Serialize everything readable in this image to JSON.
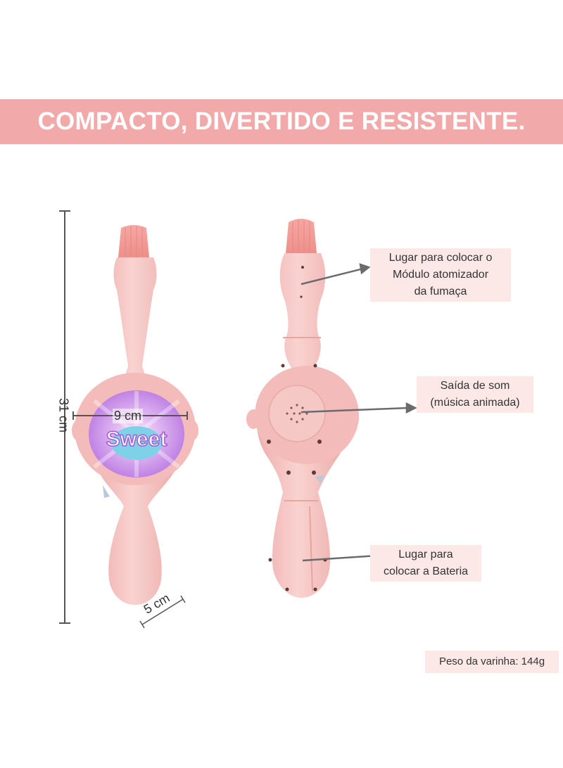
{
  "banner": {
    "title": "COMPACTO, DIVERTIDO E RESISTENTE."
  },
  "dimensions": {
    "length": "31 cm",
    "width": "9 cm",
    "handle": "5 cm"
  },
  "sticker": {
    "text": "Sweet"
  },
  "callouts": {
    "atomizer": [
      "Lugar para colocar o",
      "Módulo atomizador",
      "da fumaça"
    ],
    "sound": [
      "Saída de som",
      "(música animada)"
    ],
    "battery": [
      "Lugar para",
      "colocar a Bateria"
    ]
  },
  "weight": "Peso da varinha: 144g",
  "colors": {
    "banner": "#f2a9aa",
    "wand": "#f6c4c2",
    "label_bg": "#fde8e8",
    "sticker_purple": "#a35ad6"
  }
}
